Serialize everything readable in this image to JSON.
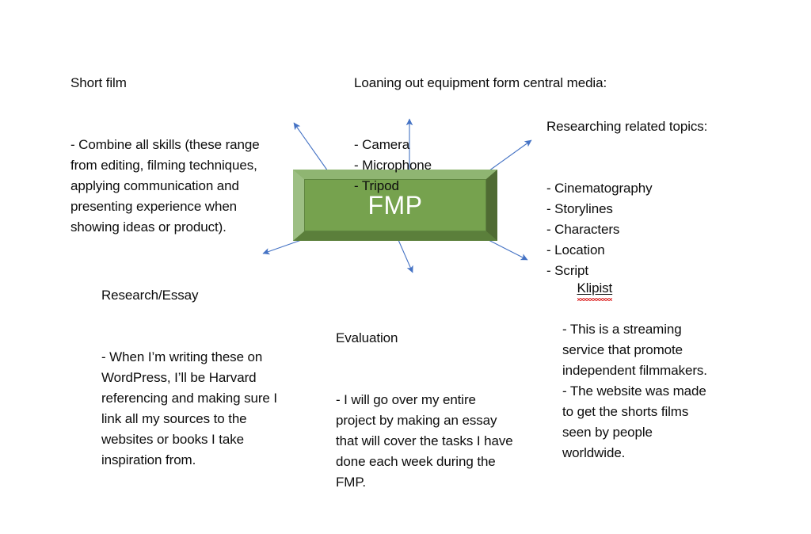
{
  "slide": {
    "background_color": "#FFFFFF",
    "arrow_color": "#4472C4",
    "center_node": {
      "label": "FMP",
      "face_color": "#76A24E",
      "bevel_top_color": "#8FB572",
      "bevel_left_color": "#9DBF84",
      "bevel_right_color": "#4F6B33",
      "bevel_bottom_color": "#5B7F3B",
      "text_color": "#FFFFFF"
    }
  },
  "notes": {
    "short_film": {
      "title": "Short film",
      "body": "- Combine all skills (these range from editing, filming techniques, applying communication and presenting experience when showing ideas or product)."
    },
    "equipment": {
      "title": "Loaning out equipment form central media:",
      "body": "- Camera\n- Microphone\n- Tripod"
    },
    "research_topics": {
      "title": "Researching related topics:",
      "body": "- Cinematography\n- Storylines\n- Characters\n- Location\n- Script"
    },
    "research_essay": {
      "title": "Research/Essay",
      "body": "- When I’m writing these on WordPress, I’ll be Harvard referencing and making sure I link all my sources to the websites or books I take inspiration from."
    },
    "evaluation": {
      "title": "Evaluation",
      "body": "- I will go over my entire project by making an essay that will cover the tasks I have done each week during the FMP."
    },
    "klipist": {
      "title": "Klipist",
      "body": "- This is a streaming service that promote independent filmmakers.\n- The website was made to get the shorts films seen by people worldwide."
    }
  }
}
